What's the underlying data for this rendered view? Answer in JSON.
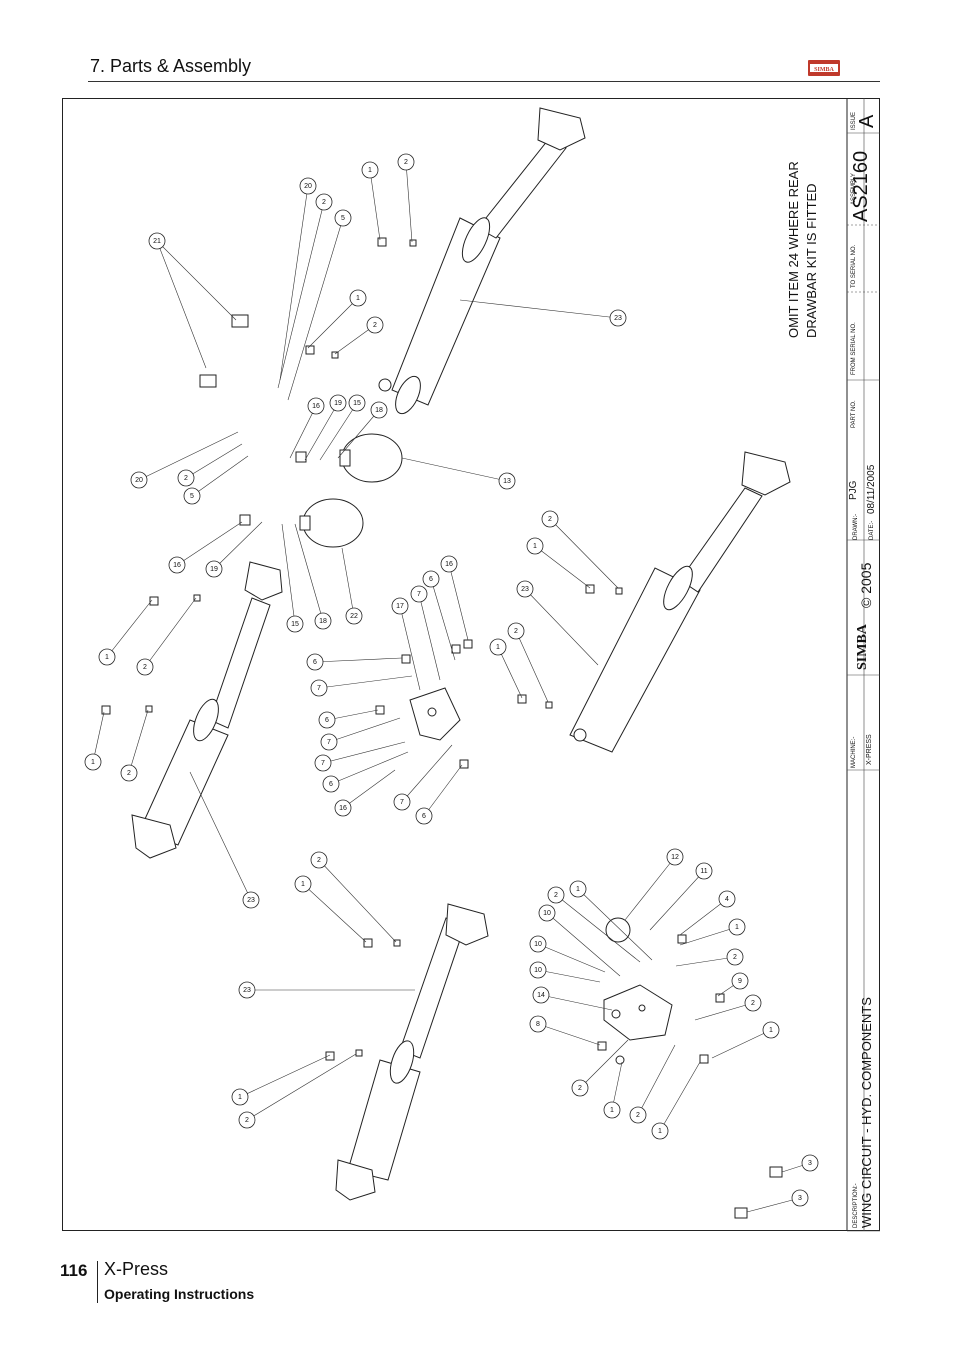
{
  "header": {
    "section_title": "7. Parts & Assembly",
    "logo_text": "SIMBA"
  },
  "notes": {
    "line1": "OMIT ITEM 24 WHERE REAR",
    "line2": "DRAWBAR KIT IS FITTED"
  },
  "title_block": {
    "issue_label": "ISSUE",
    "issue_value": "A",
    "assembly_label": "ASSEMBLY",
    "assembly_value": "AS2160",
    "to_serial_label": "TO SERIAL NO.",
    "from_serial_label": "FROM SERIAL NO.",
    "part_no_label": "PART NO.",
    "drawn_label": "DRAWN:-",
    "drawn_value": "PJG",
    "date_label": "DATE:-",
    "date_value": "08/11/2005",
    "copyright": "© 2005",
    "brand": "SIMBA",
    "machine_label": "MACHINE:-",
    "machine_value": "X-PRESS",
    "description_label": "DESCRIPTION:-",
    "description_value": "WING CIRCUIT - HYD. COMPONENTS"
  },
  "footer": {
    "page_number": "116",
    "product": "X-Press",
    "subtitle": "Operating Instructions"
  },
  "callouts": [
    "1",
    "2",
    "20",
    "2",
    "5",
    "21",
    "1",
    "2",
    "23",
    "16",
    "19",
    "15",
    "18",
    "13",
    "20",
    "2",
    "5",
    "2",
    "1",
    "16",
    "19",
    "15",
    "18",
    "22",
    "17",
    "7",
    "6",
    "16",
    "23",
    "1",
    "2",
    "1",
    "2",
    "6",
    "7",
    "6",
    "7",
    "7",
    "6",
    "16",
    "7",
    "6",
    "1",
    "2",
    "23",
    "23",
    "1",
    "2",
    "12",
    "11",
    "4",
    "1",
    "2",
    "9",
    "2",
    "1",
    "2",
    "1",
    "10",
    "10",
    "10",
    "14",
    "8",
    "2",
    "1",
    "2",
    "1",
    "3",
    "3"
  ]
}
